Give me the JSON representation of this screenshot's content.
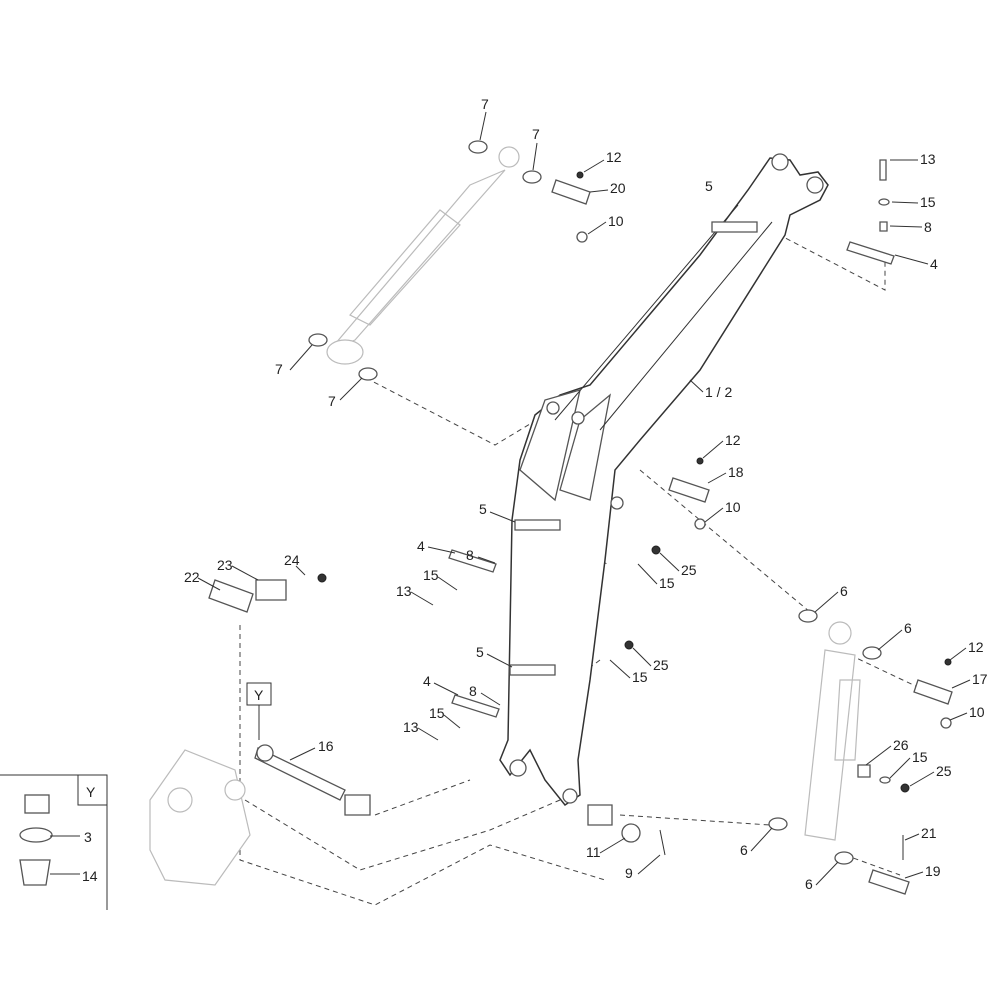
{
  "diagram": {
    "title": "Boom assembly exploded parts view",
    "detail_view_label": "Y",
    "callout_y": "Y",
    "labels": [
      "7",
      "7",
      "12",
      "20",
      "10",
      "5",
      "13",
      "15",
      "8",
      "4",
      "7",
      "7",
      "1 / 2",
      "12",
      "18",
      "10",
      "5",
      "4",
      "8",
      "15",
      "13",
      "25",
      "15",
      "24",
      "23",
      "22",
      "6",
      "6",
      "5",
      "25",
      "15",
      "4",
      "8",
      "15",
      "13",
      "16",
      "12",
      "17",
      "10",
      "26",
      "15",
      "25",
      "3",
      "14",
      "6",
      "11",
      "9",
      "21",
      "6",
      "19"
    ]
  }
}
